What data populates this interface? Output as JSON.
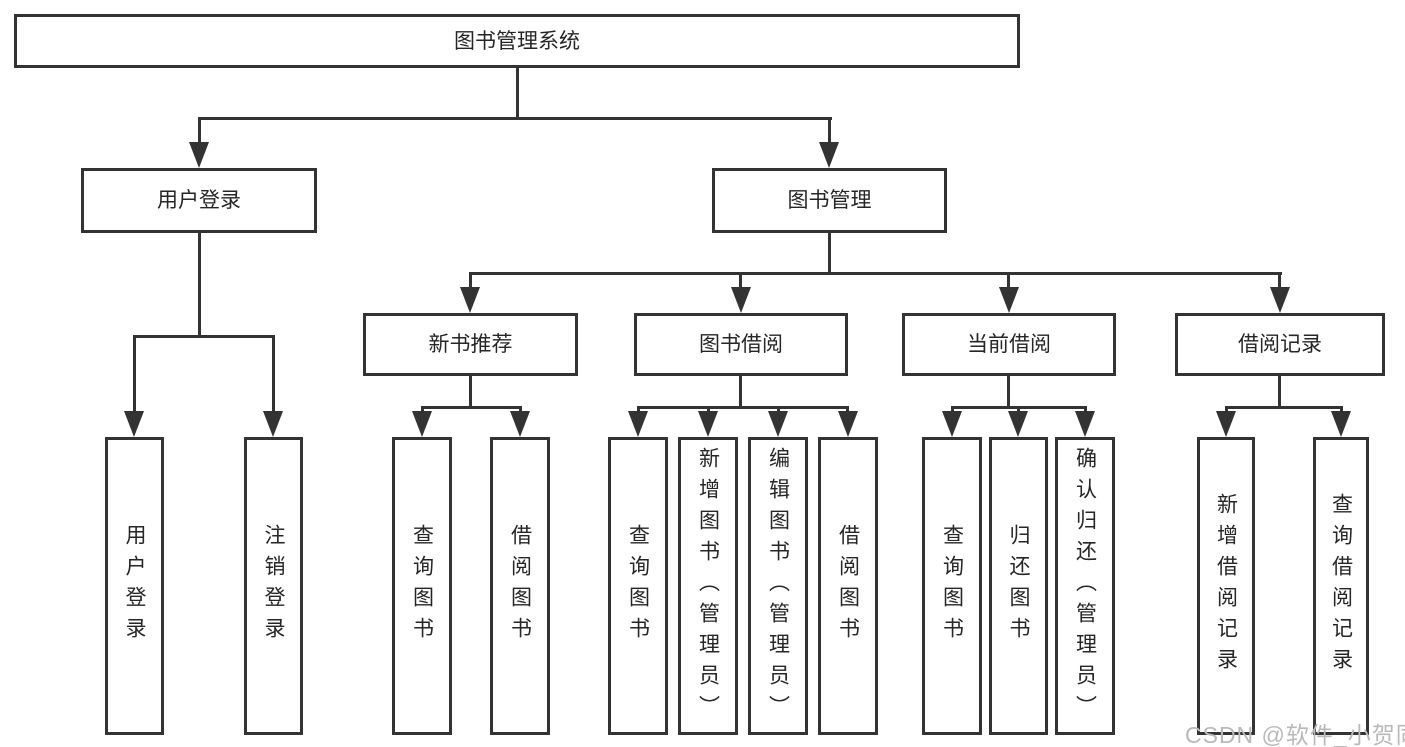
{
  "colors": {
    "background": "#ffffff",
    "line": "#333333",
    "box_border": "#333333",
    "text": "#262626",
    "watermark": "#b9b9b9"
  },
  "diagram": {
    "root": {
      "label": "图书管理系统"
    },
    "branches": [
      {
        "label": "用户登录",
        "children": [
          {
            "label": "用户登录"
          },
          {
            "label": "注销登录"
          }
        ]
      },
      {
        "label": "图书管理",
        "children": [
          {
            "label": "新书推荐",
            "children": [
              {
                "label": "查询图书"
              },
              {
                "label": "借阅图书"
              }
            ]
          },
          {
            "label": "图书借阅",
            "children": [
              {
                "label": "查询图书"
              },
              {
                "label": "新增图书（管理员）"
              },
              {
                "label": "编辑图书（管理员）"
              },
              {
                "label": "借阅图书"
              }
            ]
          },
          {
            "label": "当前借阅",
            "children": [
              {
                "label": "查询图书"
              },
              {
                "label": "归还图书"
              },
              {
                "label": "确认归还（管理员）"
              }
            ]
          },
          {
            "label": "借阅记录",
            "children": [
              {
                "label": "新增借阅记录"
              },
              {
                "label": "查询借阅记录"
              }
            ]
          }
        ]
      }
    ]
  },
  "watermark": {
    "text": "CSDN @软件_小贺同学"
  }
}
